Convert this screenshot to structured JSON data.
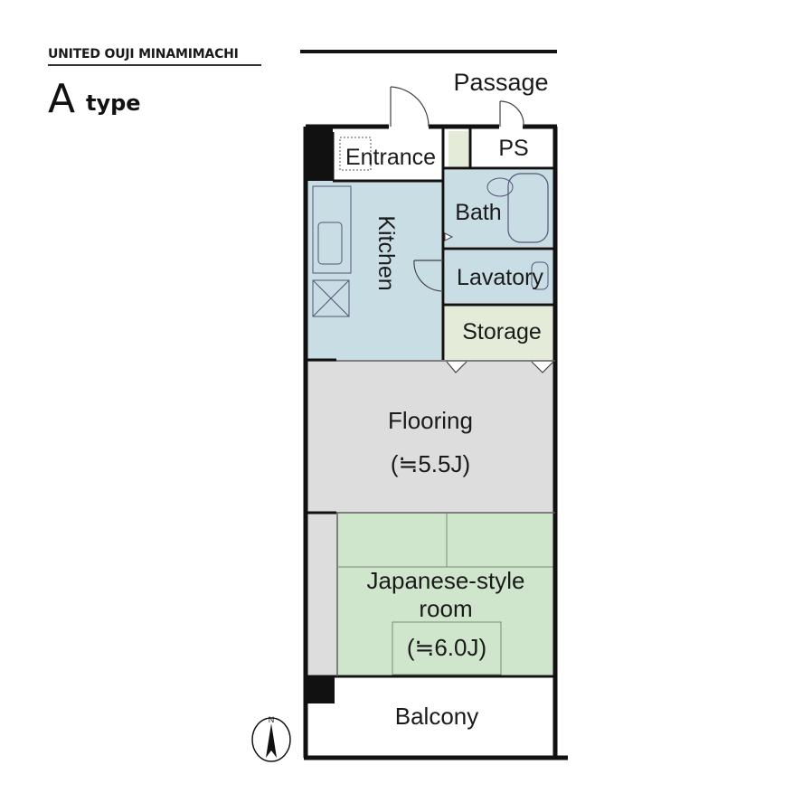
{
  "header": {
    "property_name": "UNITED OUJI MINAMIMACHI",
    "type_letter": "A",
    "type_word": "type"
  },
  "rooms": {
    "passage": "Passage",
    "ps": "PS",
    "entrance": "Entrance",
    "kitchen": "Kitchen",
    "bath": "Bath",
    "lavatory": "Lavatory",
    "storage": "Storage",
    "flooring": "Flooring",
    "flooring_size": "(≒5.5J)",
    "japanese_room_line1": "Japanese-style",
    "japanese_room_line2": "room",
    "japanese_room_size": "(≒6.0J)",
    "balcony": "Balcony"
  },
  "compass": {
    "direction": "N",
    "icon": "north-arrow-icon"
  },
  "colors": {
    "kitchen_bath": "#c9dde4",
    "flooring": "#dddddd",
    "japanese_room": "#cfe6cc",
    "storage": "#e4ecd9",
    "walls": "#111111"
  }
}
